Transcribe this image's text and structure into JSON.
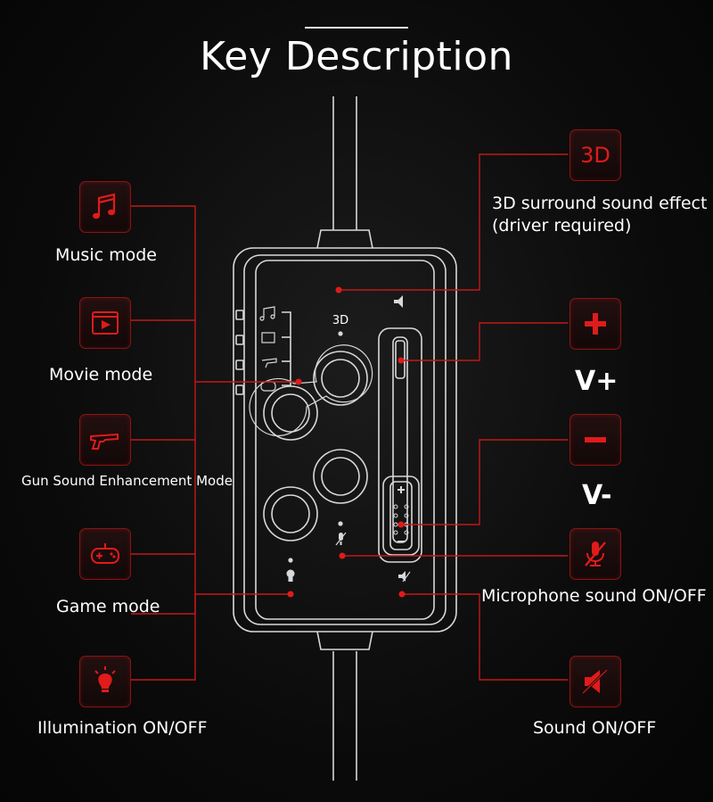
{
  "title": "Key Description",
  "left_modes": [
    {
      "label": "Music mode",
      "icon": "music-note-icon"
    },
    {
      "label": "Movie mode",
      "icon": "movie-play-icon"
    },
    {
      "label": "Gun Sound Enhancement Mode",
      "icon": "gun-icon"
    },
    {
      "label": "Game mode",
      "icon": "gamepad-icon"
    },
    {
      "label": "Illumination ON/OFF",
      "icon": "lightbulb-icon"
    }
  ],
  "right_controls": [
    {
      "label": "3D surround sound effect",
      "label2": "(driver required)",
      "icon": "3d-icon",
      "icon_text": "3D"
    },
    {
      "label": "V+",
      "icon": "plus-icon"
    },
    {
      "label": "V-",
      "icon": "minus-icon"
    },
    {
      "label": "Microphone sound ON/OFF",
      "icon": "mic-off-icon"
    },
    {
      "label": "Sound ON/OFF",
      "icon": "speaker-mute-icon"
    }
  ],
  "device": {
    "label_3d": "3D"
  },
  "colors": {
    "accent": "#e01b1b",
    "icon_border": "#8a1414",
    "text": "#ffffff",
    "device_line": "#d8d8d8"
  }
}
